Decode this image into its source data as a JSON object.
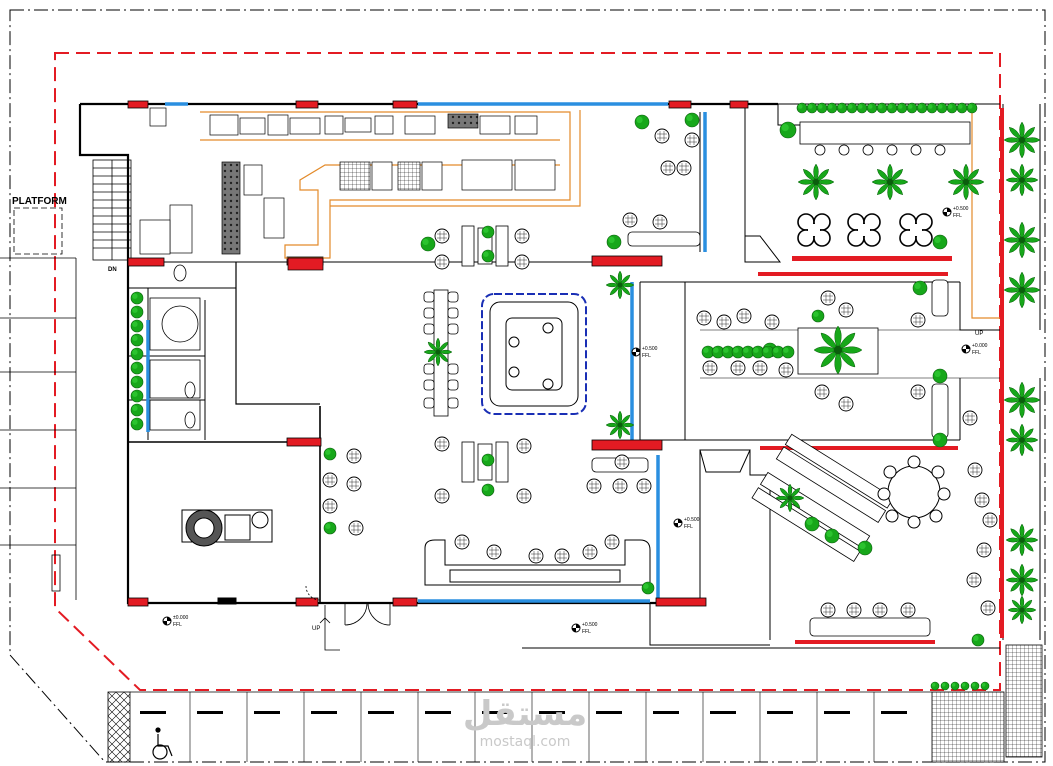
{
  "plan": {
    "platform_label": "PLATFORM",
    "dn_label": "DN",
    "up_label_left": "UP",
    "up_label_right": "UP",
    "levels": {
      "terrace_top": {
        "value": "+0.500",
        "unit": "FFL"
      },
      "hall_center": {
        "value": "+0.500",
        "unit": "FFL"
      },
      "lounge_right": {
        "value": "+0.000",
        "unit": "FFL"
      },
      "lower_right": {
        "value": "+0.500",
        "unit": "FFL"
      },
      "entrance_left": {
        "value": "±0.000",
        "unit": "FFL"
      },
      "entrance_center": {
        "value": "+0.500",
        "unit": "FFL"
      }
    },
    "kitchen_labels": [],
    "watermark": {
      "arabic": "مستقل",
      "latin": "mostaql.com"
    }
  },
  "colors": {
    "wall": "#000000",
    "boundary_dash": "#e31b23",
    "column": "#e31b23",
    "glazing": "#2a8fe0",
    "planter": "#17a71a",
    "counter_outline": "#e38a2a",
    "booth_outline": "#1a2fb5",
    "kitchen_tile": "#444444"
  },
  "icons": {
    "plant": "palm-plant-icon",
    "table": "round-table-icon",
    "level": "level-marker-icon",
    "stair": "staircase-icon",
    "disabled": "wheelchair-icon"
  }
}
